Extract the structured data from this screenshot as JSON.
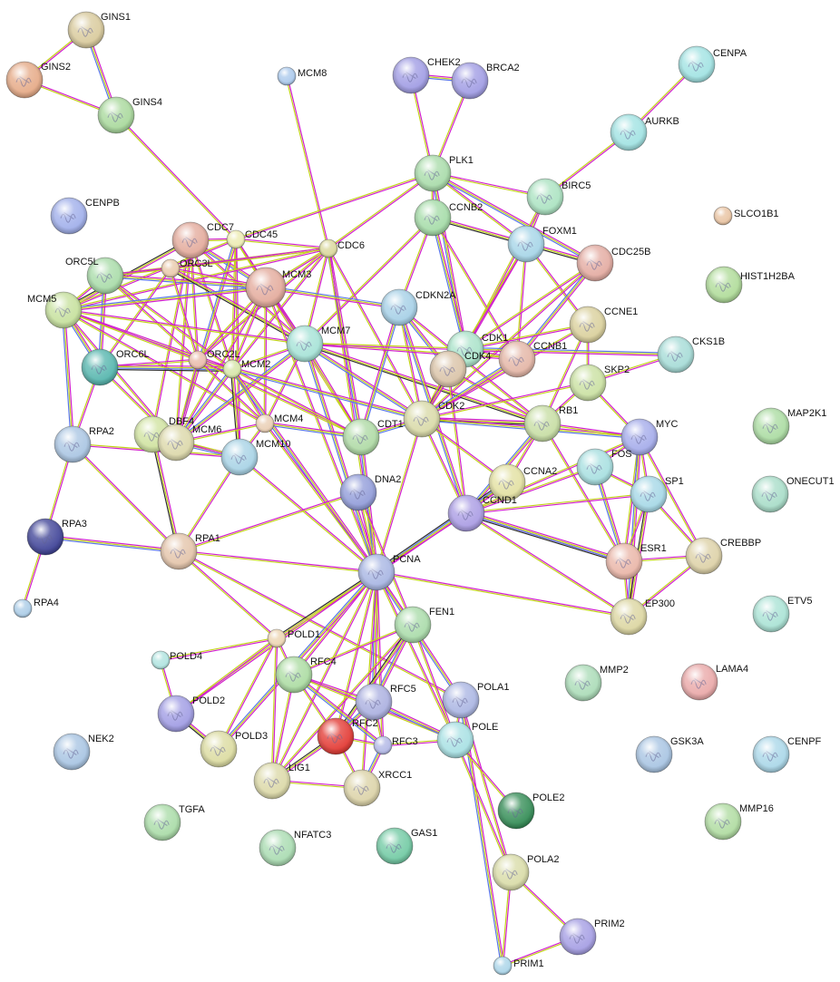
{
  "edge_colors": {
    "magenta": "#d21fcf",
    "olive": "#c3d31a",
    "blue": "#5a78ea",
    "dark": "#2e2e2e"
  },
  "nodes": [
    {
      "id": "GINS1",
      "label": "GINS1",
      "color": "#d8c99a"
    },
    {
      "id": "GINS2",
      "label": "GINS2",
      "color": "#e5a884"
    },
    {
      "id": "GINS4",
      "label": "GINS4",
      "color": "#a7d89a"
    },
    {
      "id": "MCM8",
      "label": "MCM8",
      "color": "#a9c8ec"
    },
    {
      "id": "CHEK2",
      "label": "CHEK2",
      "color": "#9e9ae3"
    },
    {
      "id": "BRCA2",
      "label": "BRCA2",
      "color": "#9e9ae3"
    },
    {
      "id": "CENPA",
      "label": "CENPA",
      "color": "#9fe2e2"
    },
    {
      "id": "AURKB",
      "label": "AURKB",
      "color": "#9fe2e2"
    },
    {
      "id": "CENPB",
      "label": "CENPB",
      "color": "#9eadea"
    },
    {
      "id": "PLK1",
      "label": "PLK1",
      "color": "#a7dba8"
    },
    {
      "id": "BIRC5",
      "label": "BIRC5",
      "color": "#a9e2c0"
    },
    {
      "id": "CCNB2",
      "label": "CCNB2",
      "color": "#a3dba6"
    },
    {
      "id": "SLCO1B1",
      "label": "SLCO1B1",
      "color": "#e8c2a0"
    },
    {
      "id": "CDC7",
      "label": "CDC7",
      "color": "#e3a99a"
    },
    {
      "id": "CDC45",
      "label": "CDC45",
      "color": "#ecebb0"
    },
    {
      "id": "CDC6",
      "label": "CDC6",
      "color": "#d9d79a"
    },
    {
      "id": "FOXM1",
      "label": "FOXM1",
      "color": "#a4d4e7"
    },
    {
      "id": "CDC25B",
      "label": "CDC25B",
      "color": "#e3a99f"
    },
    {
      "id": "HIST1H2BA",
      "label": "HIST1H2BA",
      "color": "#aedb97"
    },
    {
      "id": "ORC5L",
      "label": "ORC5L",
      "color": "#a7dba7"
    },
    {
      "id": "ORC3L",
      "label": "ORC3L",
      "color": "#e9c9aa"
    },
    {
      "id": "MCM3",
      "label": "MCM3",
      "color": "#e3a99a"
    },
    {
      "id": "MCM5",
      "label": "MCM5",
      "color": "#c5e09b"
    },
    {
      "id": "CDKN2A",
      "label": "CDKN2A",
      "color": "#a4cfe6"
    },
    {
      "id": "CCNE1",
      "label": "CCNE1",
      "color": "#d9cf9a"
    },
    {
      "id": "MCM7",
      "label": "MCM7",
      "color": "#a4e2d6"
    },
    {
      "id": "CDK1",
      "label": "CDK1",
      "color": "#a8e2c8"
    },
    {
      "id": "CDK4",
      "label": "CDK4",
      "color": "#d9c2a6"
    },
    {
      "id": "CCNB1",
      "label": "CCNB1",
      "color": "#e3b4a4"
    },
    {
      "id": "CKS1B",
      "label": "CKS1B",
      "color": "#a4dbd6"
    },
    {
      "id": "ORC6L",
      "label": "ORC6L",
      "color": "#52b4ac"
    },
    {
      "id": "ORC2L",
      "label": "ORC2L",
      "color": "#e9b9a8"
    },
    {
      "id": "MCM2",
      "label": "MCM2",
      "color": "#d5e4a6"
    },
    {
      "id": "SKP2",
      "label": "SKP2",
      "color": "#c9e0a0"
    },
    {
      "id": "CDK2",
      "label": "CDK2",
      "color": "#d8d9a6"
    },
    {
      "id": "RB1",
      "label": "RB1",
      "color": "#c6dda2"
    },
    {
      "id": "MYC",
      "label": "MYC",
      "color": "#a3aaea"
    },
    {
      "id": "MAP2K1",
      "label": "MAP2K1",
      "color": "#a9dba0"
    },
    {
      "id": "RPA2",
      "label": "RPA2",
      "color": "#a8c4e2"
    },
    {
      "id": "DBF4",
      "label": "DBF4",
      "color": "#cfe29e"
    },
    {
      "id": "MCM6",
      "label": "MCM6",
      "color": "#dbd7a8"
    },
    {
      "id": "MCM4",
      "label": "MCM4",
      "color": "#e9cdb2"
    },
    {
      "id": "MCM10",
      "label": "MCM10",
      "color": "#a6d2e5"
    },
    {
      "id": "CDT1",
      "label": "CDT1",
      "color": "#add9a3"
    },
    {
      "id": "FOS",
      "label": "FOS",
      "color": "#a6dfe0"
    },
    {
      "id": "SP1",
      "label": "SP1",
      "color": "#a4d7e6"
    },
    {
      "id": "ONECUT1",
      "label": "ONECUT1",
      "color": "#a6dcc7"
    },
    {
      "id": "DNA2",
      "label": "DNA2",
      "color": "#8f9ad8"
    },
    {
      "id": "CCNA2",
      "label": "CCNA2",
      "color": "#e2e0a0"
    },
    {
      "id": "CCND1",
      "label": "CCND1",
      "color": "#a89ae3"
    },
    {
      "id": "RPA3",
      "label": "RPA3",
      "color": "#3b3f95"
    },
    {
      "id": "RPA1",
      "label": "RPA1",
      "color": "#e3c3a8"
    },
    {
      "id": "ESR1",
      "label": "ESR1",
      "color": "#e9b4a6"
    },
    {
      "id": "CREBBP",
      "label": "CREBBP",
      "color": "#dcd0a5"
    },
    {
      "id": "PCNA",
      "label": "PCNA",
      "color": "#a6b4e2"
    },
    {
      "id": "EP300",
      "label": "EP300",
      "color": "#dbd59f"
    },
    {
      "id": "ETV5",
      "label": "ETV5",
      "color": "#a8e2d4"
    },
    {
      "id": "RPA4",
      "label": "RPA4",
      "color": "#a9cbe6"
    },
    {
      "id": "FEN1",
      "label": "FEN1",
      "color": "#a8dba8"
    },
    {
      "id": "POLD1",
      "label": "POLD1",
      "color": "#ecd4b0"
    },
    {
      "id": "POLD4",
      "label": "POLD4",
      "color": "#aee3df"
    },
    {
      "id": "RFC4",
      "label": "RFC4",
      "color": "#aadba0"
    },
    {
      "id": "MMP2",
      "label": "MMP2",
      "color": "#a9dbb6"
    },
    {
      "id": "LAMA4",
      "label": "LAMA4",
      "color": "#e9a6a6"
    },
    {
      "id": "POLA1",
      "label": "POLA1",
      "color": "#a9b4e2"
    },
    {
      "id": "POLD2",
      "label": "POLD2",
      "color": "#9e9ae3"
    },
    {
      "id": "RFC5",
      "label": "RFC5",
      "color": "#a9aedf"
    },
    {
      "id": "RFC2",
      "label": "RFC2",
      "color": "#e2352f"
    },
    {
      "id": "POLE",
      "label": "POLE",
      "color": "#a6e0e3"
    },
    {
      "id": "NEK2",
      "label": "NEK2",
      "color": "#a6c3e2"
    },
    {
      "id": "POLD3",
      "label": "POLD3",
      "color": "#dbdb9f"
    },
    {
      "id": "RFC3",
      "label": "RFC3",
      "color": "#b0b6e5"
    },
    {
      "id": "GSK3A",
      "label": "GSK3A",
      "color": "#a6c3e2"
    },
    {
      "id": "CENPF",
      "label": "CENPF",
      "color": "#a8d6e8"
    },
    {
      "id": "LIG1",
      "label": "LIG1",
      "color": "#dbd8a6"
    },
    {
      "id": "XRCC1",
      "label": "XRCC1",
      "color": "#dbd2a6"
    },
    {
      "id": "POLE2",
      "label": "POLE2",
      "color": "#2f8a52"
    },
    {
      "id": "TGFA",
      "label": "TGFA",
      "color": "#a8dba6"
    },
    {
      "id": "MMP16",
      "label": "MMP16",
      "color": "#aedb9f"
    },
    {
      "id": "NFATC3",
      "label": "NFATC3",
      "color": "#a8dbb0"
    },
    {
      "id": "GAS1",
      "label": "GAS1",
      "color": "#6fc9a2"
    },
    {
      "id": "POLA2",
      "label": "POLA2",
      "color": "#d8dba6"
    },
    {
      "id": "PRIM2",
      "label": "PRIM2",
      "color": "#a39ce3"
    },
    {
      "id": "PRIM1",
      "label": "PRIM1",
      "color": "#a9d4e8"
    }
  ]
}
